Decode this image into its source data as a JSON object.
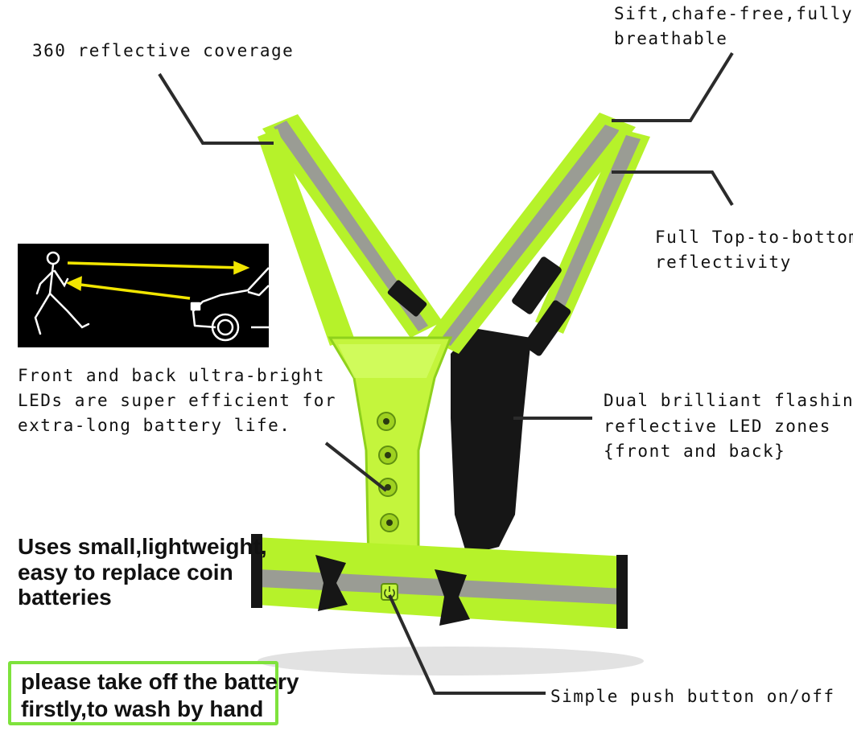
{
  "labels": {
    "coverage": "360 reflective coverage",
    "breathable": [
      "Sift,chafe-free,fully",
      "breathable"
    ],
    "reflectivity": [
      "Full Top-to-bottom",
      "reflectivity"
    ],
    "leds": [
      "Front and back ultra-bright",
      "LEDs are super efficient for",
      "extra-long battery life."
    ],
    "zones": [
      "Dual brilliant flashing",
      "reflective LED zones",
      "{front and back}"
    ],
    "batteries": [
      "Uses small,lightweight,",
      "easy to replace coin",
      "batteries"
    ],
    "wash": [
      "please take off the battery",
      "firstly,to wash by hand"
    ],
    "button": "Simple push button on/off"
  },
  "colors": {
    "vest_green": "#b6f22a",
    "vest_green_dark": "#8fd11c",
    "reflective_gray": "#9a9c94",
    "buckle_black": "#161616",
    "inset_arrow_yellow": "#f2e600",
    "border_green": "#7ee23c"
  },
  "icons": {
    "inset": "runner-car-illustration-icon",
    "led": "led-light-icon",
    "power": "power-button-icon"
  }
}
